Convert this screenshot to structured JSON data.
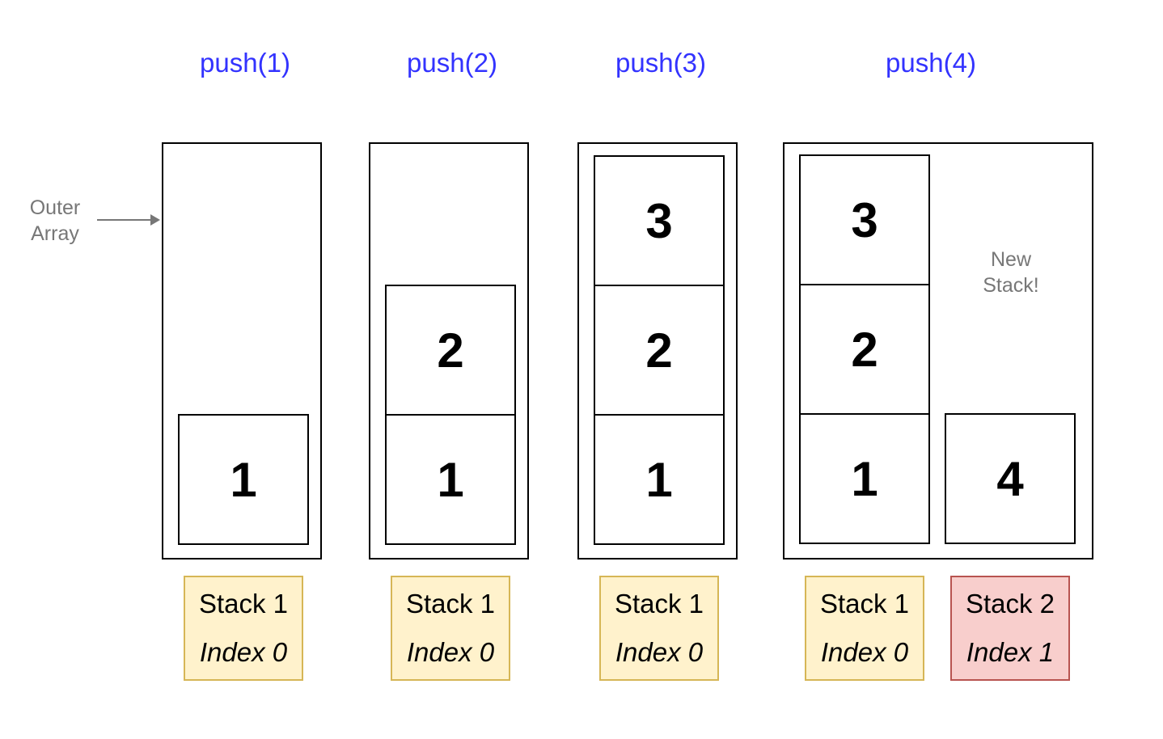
{
  "operations": [
    {
      "title": "push(1)"
    },
    {
      "title": "push(2)"
    },
    {
      "title": "push(3)"
    },
    {
      "title": "push(4)"
    }
  ],
  "annotations": {
    "outer_array_line1": "Outer",
    "outer_array_line2": "Array",
    "new_stack_line1": "New",
    "new_stack_line2": "Stack!"
  },
  "cells": {
    "op1": [
      "1"
    ],
    "op2": [
      "2",
      "1"
    ],
    "op3": [
      "3",
      "2",
      "1"
    ],
    "op4_stack1": [
      "3",
      "2",
      "1"
    ],
    "op4_stack2": [
      "4"
    ]
  },
  "labels": {
    "op1": {
      "name": "Stack 1",
      "index": "Index 0"
    },
    "op2": {
      "name": "Stack 1",
      "index": "Index 0"
    },
    "op3": {
      "name": "Stack 1",
      "index": "Index 0"
    },
    "op4_stack1": {
      "name": "Stack 1",
      "index": "Index 0"
    },
    "op4_stack2": {
      "name": "Stack 2",
      "index": "Index 1"
    }
  },
  "colors": {
    "title": "#3333ff",
    "label_yellow_fill": "#fff2cc",
    "label_yellow_border": "#d6b656",
    "label_red_fill": "#f8cecc",
    "label_red_border": "#b85450",
    "annotation_text": "#777777"
  }
}
